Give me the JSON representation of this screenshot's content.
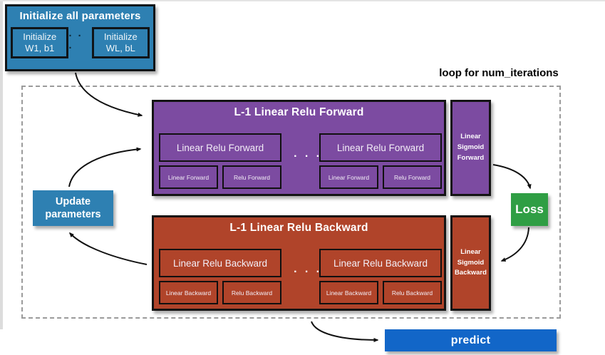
{
  "colors": {
    "steel_blue": "#2e80b2",
    "purple": "#7c4ba1",
    "brick_red": "#b0442a",
    "green": "#2f9e44",
    "predict_blue": "#1266c8"
  },
  "loop_label": "loop for num_iterations",
  "init_block": {
    "title": "Initialize all parameters",
    "dots": "· · ·",
    "items": [
      {
        "line1": "Initialize",
        "line2": "W1, b1"
      },
      {
        "line1": "Initialize",
        "line2": "WL, bL"
      }
    ]
  },
  "forward_block": {
    "title": "L-1 Linear Relu Forward",
    "dots": "· · ·",
    "groups": [
      {
        "main": "Linear Relu Forward",
        "sub1": "Linear Forward",
        "sub2": "Relu Forward"
      },
      {
        "main": "Linear Relu Forward",
        "sub1": "Linear Forward",
        "sub2": "Relu Forward"
      }
    ]
  },
  "sigmoid_forward": {
    "lines": [
      "Linear",
      "Sigmoid",
      "Forward"
    ]
  },
  "loss": {
    "label": "Loss"
  },
  "backward_block": {
    "title": "L-1 Linear Relu Backward",
    "dots": "· · ·",
    "groups": [
      {
        "main": "Linear Relu Backward",
        "sub1": "Linear Backward",
        "sub2": "Relu Backward"
      },
      {
        "main": "Linear Relu Backward",
        "sub1": "Linear Backward",
        "sub2": "Relu Backward"
      }
    ]
  },
  "sigmoid_backward": {
    "lines": [
      "Linear",
      "Sigmoid",
      "Backward"
    ]
  },
  "update_block": {
    "line1": "Update",
    "line2": "parameters"
  },
  "predict_block": {
    "label": "predict"
  }
}
